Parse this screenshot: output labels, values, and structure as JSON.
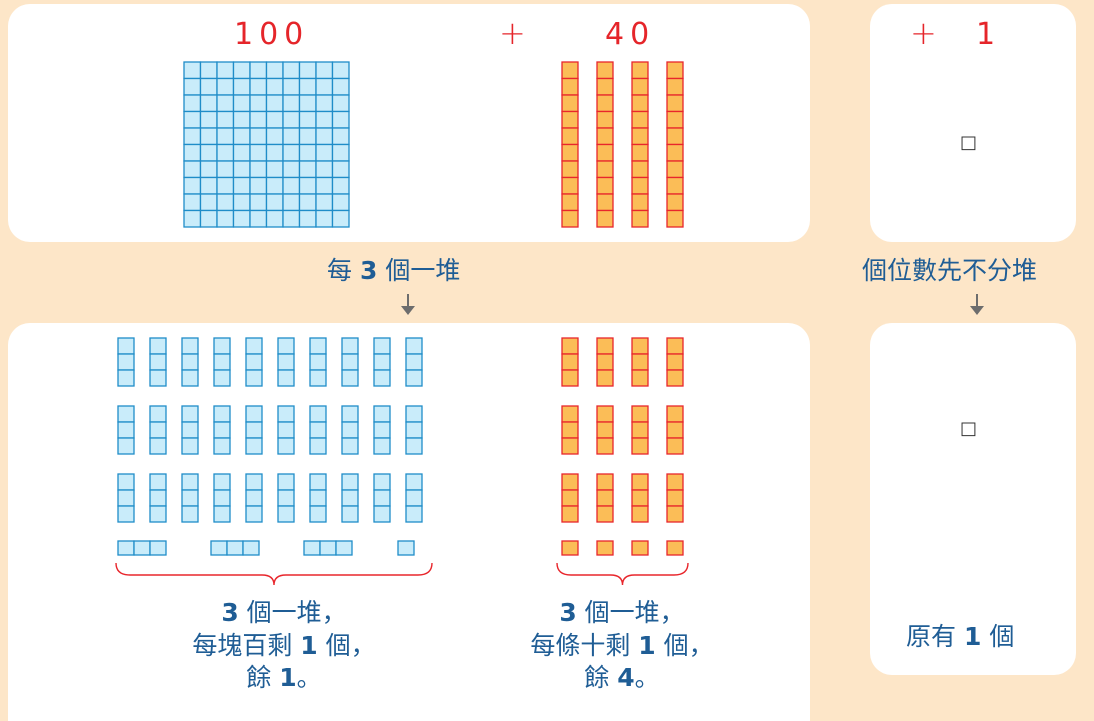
{
  "top": {
    "hundred_label": "100",
    "plus_sign": "+",
    "forty_label": "40"
  },
  "right_top": {
    "plus_sign": "+",
    "one_label": "1",
    "blank_box": "□"
  },
  "caption_left": {
    "prefix": "每",
    "number": "3",
    "suffix": "個一堆"
  },
  "caption_right": "個位數先不分堆",
  "result_left": {
    "line1_num": "3",
    "line1_text": "個一堆，",
    "line2_text_a": "每塊百剩",
    "line2_num": "1",
    "line2_text_b": "個，",
    "line3_text_a": "餘",
    "line3_num": "1",
    "line3_text_b": "。"
  },
  "result_middle": {
    "line1_num": "3",
    "line1_text": "個一堆，",
    "line2_text_a": "每條十剩",
    "line2_num": "1",
    "line2_text_b": "個，",
    "line3_text_a": "餘",
    "line3_num": "4",
    "line3_text_b": "。"
  },
  "right_bottom": {
    "blank_box": "□",
    "text_a": "原有",
    "num": "1",
    "text_b": "個"
  },
  "colors": {
    "background": "#fde6c8",
    "panel": "#ffffff",
    "red": "#e5252a",
    "blue_text": "#1f5d95",
    "blue_fill": "#c9ecfa",
    "blue_line": "#1f8dc8",
    "orange_fill": "#fbbd57",
    "orange_line": "#e8262c"
  }
}
